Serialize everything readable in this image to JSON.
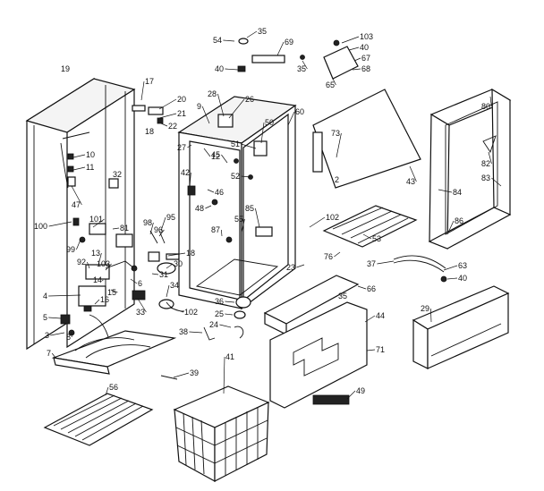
{
  "labels": [
    {
      "id": "c19",
      "text": "19"
    },
    {
      "id": "c17",
      "text": "17"
    },
    {
      "id": "c20",
      "text": "20"
    },
    {
      "id": "c21",
      "text": "21"
    },
    {
      "id": "c22",
      "text": "22"
    },
    {
      "id": "c18a",
      "text": "18"
    },
    {
      "id": "c28",
      "text": "28"
    },
    {
      "id": "c26",
      "text": "26"
    },
    {
      "id": "c9",
      "text": "9"
    },
    {
      "id": "c27",
      "text": "27"
    },
    {
      "id": "c12",
      "text": "12"
    },
    {
      "id": "c50",
      "text": "50"
    },
    {
      "id": "c60",
      "text": "60"
    },
    {
      "id": "c51",
      "text": "51"
    },
    {
      "id": "c45",
      "text": "45"
    },
    {
      "id": "c52",
      "text": "52"
    },
    {
      "id": "c10",
      "text": "10"
    },
    {
      "id": "c11",
      "text": "11"
    },
    {
      "id": "c42",
      "text": "42"
    },
    {
      "id": "c46",
      "text": "46"
    },
    {
      "id": "c48",
      "text": "48"
    },
    {
      "id": "c32",
      "text": "32"
    },
    {
      "id": "c47",
      "text": "47"
    },
    {
      "id": "c98",
      "text": "98"
    },
    {
      "id": "c95",
      "text": "95"
    },
    {
      "id": "c96",
      "text": "96"
    },
    {
      "id": "c100",
      "text": "100"
    },
    {
      "id": "c101",
      "text": "101"
    },
    {
      "id": "c81",
      "text": "81"
    },
    {
      "id": "c99",
      "text": "99"
    },
    {
      "id": "c87",
      "text": "87"
    },
    {
      "id": "c55",
      "text": "55"
    },
    {
      "id": "c85",
      "text": "85"
    },
    {
      "id": "c13",
      "text": "13"
    },
    {
      "id": "c92",
      "text": "92"
    },
    {
      "id": "c103",
      "text": "103"
    },
    {
      "id": "c14",
      "text": "14"
    },
    {
      "id": "c15",
      "text": "15"
    },
    {
      "id": "c18b",
      "text": "18"
    },
    {
      "id": "c30",
      "text": "30"
    },
    {
      "id": "c31",
      "text": "31"
    },
    {
      "id": "c6",
      "text": "6"
    },
    {
      "id": "c4",
      "text": "4"
    },
    {
      "id": "c16",
      "text": "16"
    },
    {
      "id": "c34",
      "text": "34"
    },
    {
      "id": "c5",
      "text": "5"
    },
    {
      "id": "c3",
      "text": "3"
    },
    {
      "id": "c8",
      "text": "8"
    },
    {
      "id": "c33",
      "text": "33"
    },
    {
      "id": "c102a",
      "text": "102"
    },
    {
      "id": "c7",
      "text": "7"
    },
    {
      "id": "c36",
      "text": "36"
    },
    {
      "id": "c25",
      "text": "25"
    },
    {
      "id": "c24",
      "text": "24"
    },
    {
      "id": "c38",
      "text": "38"
    },
    {
      "id": "c39",
      "text": "39"
    },
    {
      "id": "c56",
      "text": "56"
    },
    {
      "id": "c41",
      "text": "41"
    },
    {
      "id": "c23",
      "text": "23"
    },
    {
      "id": "c102b",
      "text": "102"
    },
    {
      "id": "c53",
      "text": "53"
    },
    {
      "id": "c76",
      "text": "76"
    },
    {
      "id": "c37",
      "text": "37"
    },
    {
      "id": "c63",
      "text": "63"
    },
    {
      "id": "c40c",
      "text": "40"
    },
    {
      "id": "c35c",
      "text": "35"
    },
    {
      "id": "c66",
      "text": "66"
    },
    {
      "id": "c44",
      "text": "44"
    },
    {
      "id": "c71",
      "text": "71"
    },
    {
      "id": "c49",
      "text": "49"
    },
    {
      "id": "c29",
      "text": "29"
    },
    {
      "id": "c54",
      "text": "54"
    },
    {
      "id": "c35a",
      "text": "35"
    },
    {
      "id": "c69",
      "text": "69"
    },
    {
      "id": "c40a",
      "text": "40"
    },
    {
      "id": "c35b",
      "text": "35"
    },
    {
      "id": "c103b",
      "text": "103"
    },
    {
      "id": "c40b",
      "text": "40"
    },
    {
      "id": "c67",
      "text": "67"
    },
    {
      "id": "c68",
      "text": "68"
    },
    {
      "id": "c65",
      "text": "65"
    },
    {
      "id": "c73",
      "text": "73"
    },
    {
      "id": "c2",
      "text": "2"
    },
    {
      "id": "c43",
      "text": "43"
    },
    {
      "id": "c80",
      "text": "80"
    },
    {
      "id": "c82",
      "text": "82"
    },
    {
      "id": "c84",
      "text": "84"
    },
    {
      "id": "c83",
      "text": "83"
    },
    {
      "id": "c86",
      "text": "86"
    }
  ]
}
